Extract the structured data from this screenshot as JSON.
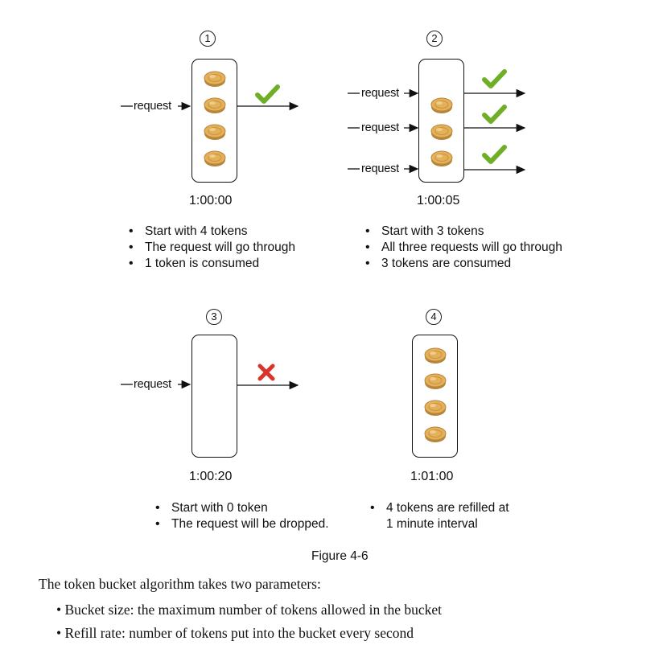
{
  "panels": [
    {
      "number": "1",
      "time": "1:00:00",
      "request_label": "request",
      "tokens": 4,
      "bullets": [
        "Start with 4 tokens",
        "The request will go through",
        "1 token is consumed"
      ]
    },
    {
      "number": "2",
      "time": "1:00:05",
      "request_labels": [
        "request",
        "request",
        "request"
      ],
      "tokens": 3,
      "bullets": [
        "Start with 3 tokens",
        "All three requests will go through",
        "3 tokens are consumed"
      ]
    },
    {
      "number": "3",
      "time": "1:00:20",
      "request_label": "request",
      "tokens": 0,
      "bullets": [
        "Start with 0 token",
        "The request will be dropped."
      ]
    },
    {
      "number": "4",
      "time": "1:01:00",
      "tokens": 4,
      "bullets": [
        "4 tokens are refilled at",
        "1 minute interval"
      ]
    }
  ],
  "caption": "Figure 4-6",
  "paragraph": "The token bucket algorithm takes two parameters:",
  "parameters": [
    "• Bucket size: the maximum number of tokens allowed in the bucket",
    "• Refill rate: number of tokens put into the bucket every second"
  ],
  "colors": {
    "check": "#6fae27",
    "cross": "#d9342b",
    "coin": "#e4b05a",
    "coin_edge": "#b8863a"
  }
}
